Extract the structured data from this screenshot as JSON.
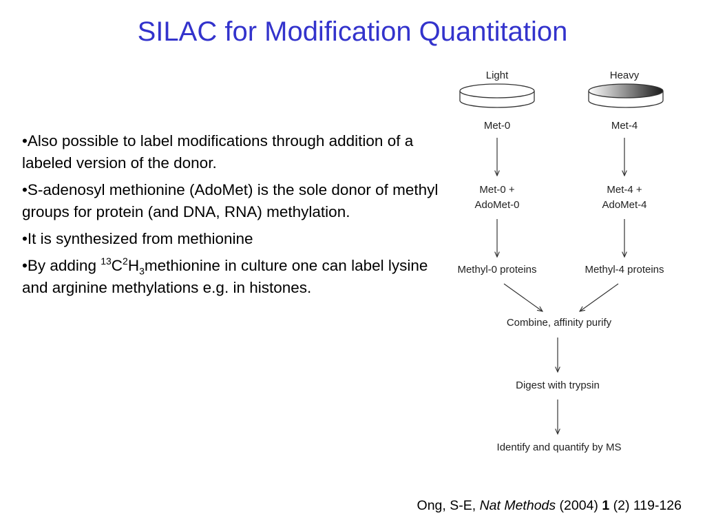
{
  "title": "SILAC for Modification Quantitation",
  "bullets": [
    {
      "text": "•Also possible to label modifications through addition of a labeled version of the donor."
    },
    {
      "text": "•S-adenosyl methionine (AdoMet) is the sole donor of methyl groups for protein (and DNA, RNA) methylation."
    },
    {
      "text": "•It is synthesized from methionine"
    },
    {
      "prefix": "•By adding ",
      "sup1": "13",
      "c": "C",
      "sup2": "2",
      "h": "H",
      "sub": "3",
      "suffix": "methionine in culture one can label lysine and arginine methylations e.g. in histones."
    }
  ],
  "diagram": {
    "light_label": "Light",
    "heavy_label": "Heavy",
    "light_met": "Met-0",
    "heavy_met": "Met-4",
    "light_adomet_1": "Met-0 +",
    "light_adomet_2": "AdoMet-0",
    "heavy_adomet_1": "Met-4 +",
    "heavy_adomet_2": "AdoMet-4",
    "light_proteins": "Methyl-0 proteins",
    "heavy_proteins": "Methyl-4 proteins",
    "combine": "Combine, affinity purify",
    "digest": "Digest with trypsin",
    "identify": "Identify and quantify by MS"
  },
  "citation": {
    "authors": "Ong, S-E, ",
    "journal": "Nat Methods",
    "year": " (2004) ",
    "volume": "1",
    "pages": " (2) 119-126"
  }
}
